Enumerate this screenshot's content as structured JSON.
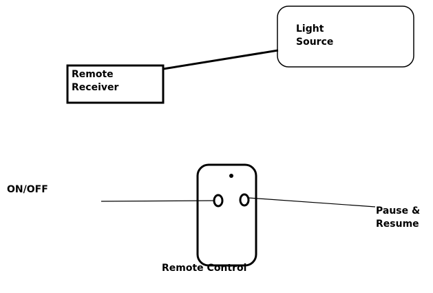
{
  "labels": {
    "light_source": "Light\nSource",
    "remote_receiver": "Remote\nReceiver",
    "on_off": "ON/OFF",
    "pause_resume": "Pause &\nResume",
    "remote_control": "Remote Control"
  },
  "colors": {
    "ink": "#000000",
    "background": "#ffffff"
  }
}
